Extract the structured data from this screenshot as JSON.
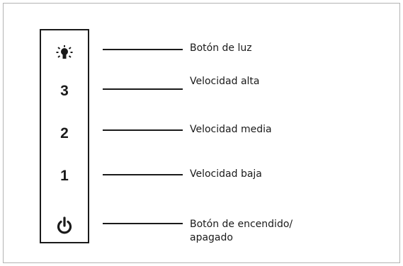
{
  "panel": {
    "buttons": [
      {
        "id": "light",
        "icon": "light-bulb-icon"
      },
      {
        "id": "speed-high",
        "text": "3"
      },
      {
        "id": "speed-medium",
        "text": "2"
      },
      {
        "id": "speed-low",
        "text": "1"
      },
      {
        "id": "power",
        "icon": "power-icon"
      }
    ]
  },
  "labels": {
    "light": "Botón de luz",
    "speed_high": "Velocidad alta",
    "speed_medium": "Velocidad media",
    "speed_low": "Velocidad baja",
    "power": "Botón de encendido/\napagado"
  },
  "colors": {
    "line": "#1a1a1a",
    "frame": "#b3b3b3"
  }
}
